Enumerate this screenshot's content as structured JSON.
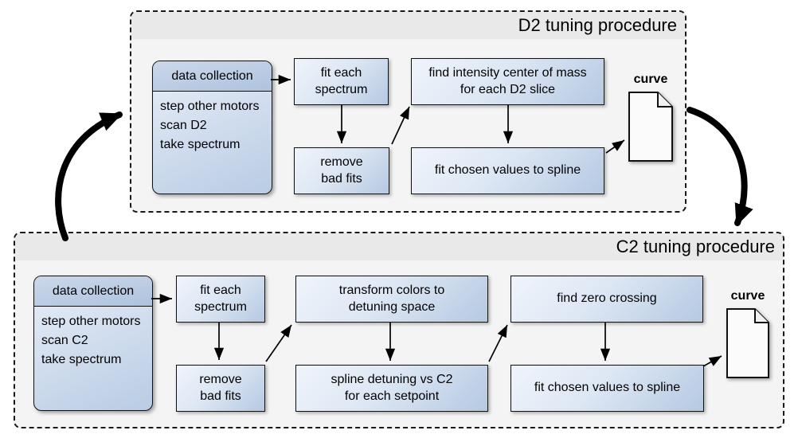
{
  "d2": {
    "title": "D2 tuning procedure",
    "data_collection": {
      "header": "data collection",
      "body": "step other motors\nscan D2\ntake spectrum"
    },
    "fit_each_spectrum": "fit each\nspectrum",
    "remove_bad_fits": "remove\nbad fits",
    "find_intensity": "find intensity center of mass\nfor each D2 slice",
    "fit_chosen": "fit chosen values to spline",
    "output": {
      "label": "curve",
      "icon": "document-icon"
    }
  },
  "c2": {
    "title": "C2 tuning procedure",
    "data_collection": {
      "header": "data collection",
      "body": "step other motors\nscan C2\ntake spectrum"
    },
    "fit_each_spectrum": "fit each\nspectrum",
    "remove_bad_fits": "remove\nbad fits",
    "transform_colors": "transform colors to\ndetuning space",
    "spline_detuning": "spline detuning vs C2\nfor each setpoint",
    "find_zero_crossing": "find zero crossing",
    "fit_chosen": "fit chosen values to spline",
    "output": {
      "label": "curve",
      "icon": "document-icon"
    }
  },
  "colors": {
    "box_border": "#111111",
    "box_gradient_start": "#f0f4fb",
    "box_gradient_end": "#b5c9e2",
    "collection_header_start": "#ccd8eb",
    "collection_header_end": "#aec3de",
    "container_background": "#f4f4f4",
    "container_titlebar": "#e9e9e9",
    "arrow": "#000000"
  }
}
